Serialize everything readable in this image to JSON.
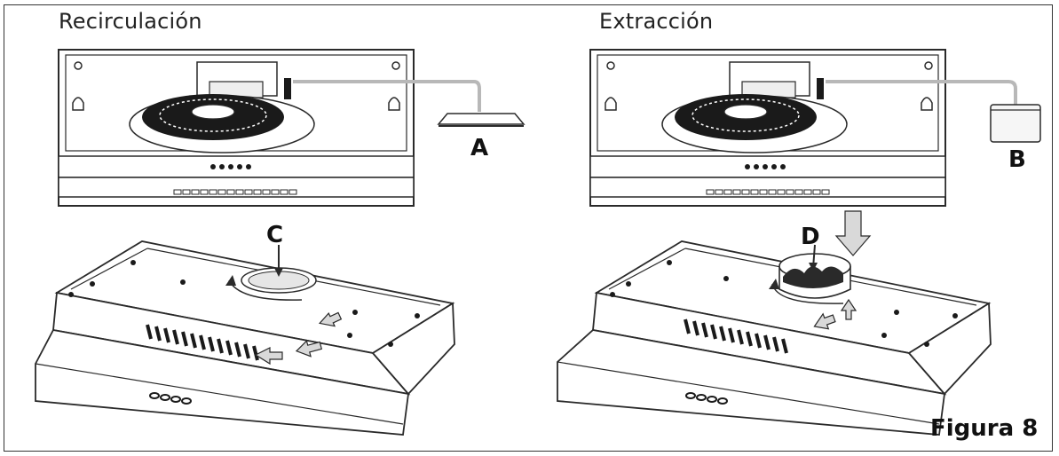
{
  "headings": {
    "left": "Recirculación",
    "right": "Extracción"
  },
  "labels": {
    "a": "A",
    "b": "B",
    "c": "C",
    "d": "D"
  },
  "figure_label": "Figura 8",
  "colors": {
    "line": "#2a2a2a",
    "arrow_fill": "#d9d9d9",
    "cable": "#b8b8b8",
    "fan_dark": "#1a1a1a"
  }
}
